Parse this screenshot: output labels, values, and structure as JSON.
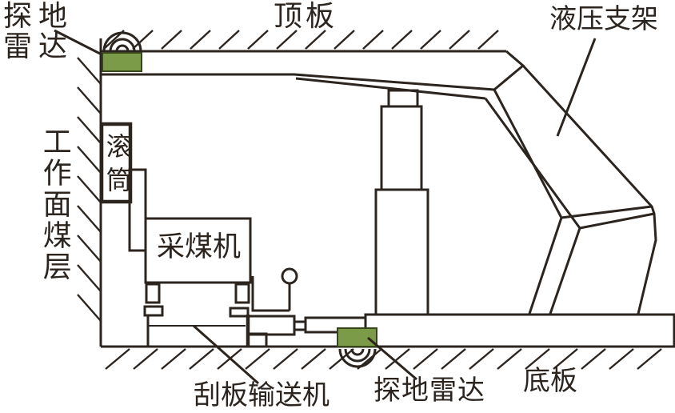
{
  "diagram": {
    "title_labels_note": "cross-section schematic of a longwall coal mining face",
    "labels": {
      "radar_top": "探地\n雷达",
      "roof": "顶板",
      "hydraulic_support": "液压支架",
      "coal_seam": "工作面煤层",
      "drum": "滚筒",
      "shearer": "采煤机",
      "scraper_conveyor": "刮板输送机",
      "radar_bottom": "探地雷达",
      "floor": "底板"
    },
    "icons": {
      "radar_signal_top": "radar-signal-waves-up",
      "radar_signal_bottom": "radar-signal-waves-down"
    },
    "colors": {
      "line": "#2b241f",
      "radar_green": "#7b9b48",
      "radar_green_dark": "#364618",
      "background": "#ffffff"
    }
  }
}
